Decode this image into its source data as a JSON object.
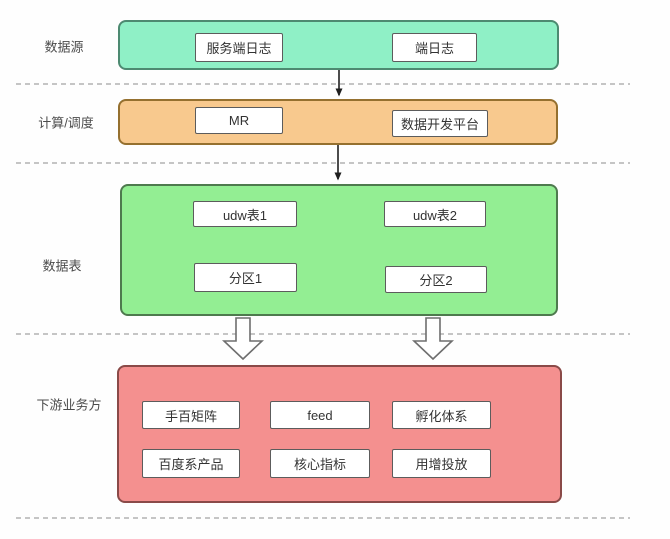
{
  "diagram": {
    "type": "flowchart",
    "sections": [
      {
        "label": "数据源",
        "fill": "#8ff0c6",
        "border": "#4d8a71",
        "nodes": [
          {
            "label": "服务端日志"
          },
          {
            "label": "端日志"
          }
        ]
      },
      {
        "label": "计算/调度",
        "fill": "#f8c98e",
        "border": "#95702f",
        "nodes": [
          {
            "label": "MR"
          },
          {
            "label": "数据开发平台"
          }
        ]
      },
      {
        "label": "数据表",
        "fill": "#93ee93",
        "border": "#4e7a4e",
        "nodes": [
          {
            "label": "udw表1"
          },
          {
            "label": "udw表2"
          },
          {
            "label": "分区1"
          },
          {
            "label": "分区2"
          }
        ]
      },
      {
        "label": "下游业务方",
        "fill": "#f4908f",
        "border": "#8a4a48",
        "nodes": [
          {
            "label": "手百矩阵"
          },
          {
            "label": "feed"
          },
          {
            "label": "孵化体系"
          },
          {
            "label": "百度系产品"
          },
          {
            "label": "核心指标"
          },
          {
            "label": "用增投放"
          }
        ]
      }
    ],
    "edges": [
      {
        "from": "数据源",
        "to": "计算/调度",
        "style": "thin-arrow"
      },
      {
        "from": "计算/调度",
        "to": "数据表",
        "style": "thin-arrow"
      },
      {
        "from": "udw表1",
        "to": "分区1",
        "style": "thin-arrow"
      },
      {
        "from": "udw表1",
        "to": "分区2",
        "style": "thin-arrow"
      },
      {
        "from": "udw表2",
        "to": "分区1",
        "style": "thin-arrow"
      },
      {
        "from": "udw表2",
        "to": "分区2",
        "style": "thin-arrow"
      },
      {
        "from": "数据表",
        "to": "下游业务方",
        "style": "block-arrow"
      },
      {
        "from": "数据表",
        "to": "下游业务方",
        "style": "block-arrow"
      }
    ],
    "colors": {
      "background": "#fefefe",
      "node_fill": "#ffffff",
      "node_border": "#5c5c5c",
      "thin_arrow": "#1f1f1f",
      "inner_arrow": "#1e561e",
      "block_arrow_outline": "#6e6e6e",
      "dashed_line": "#a3a3a3",
      "label_text": "#4c4c4c",
      "node_text": "#333333"
    }
  }
}
